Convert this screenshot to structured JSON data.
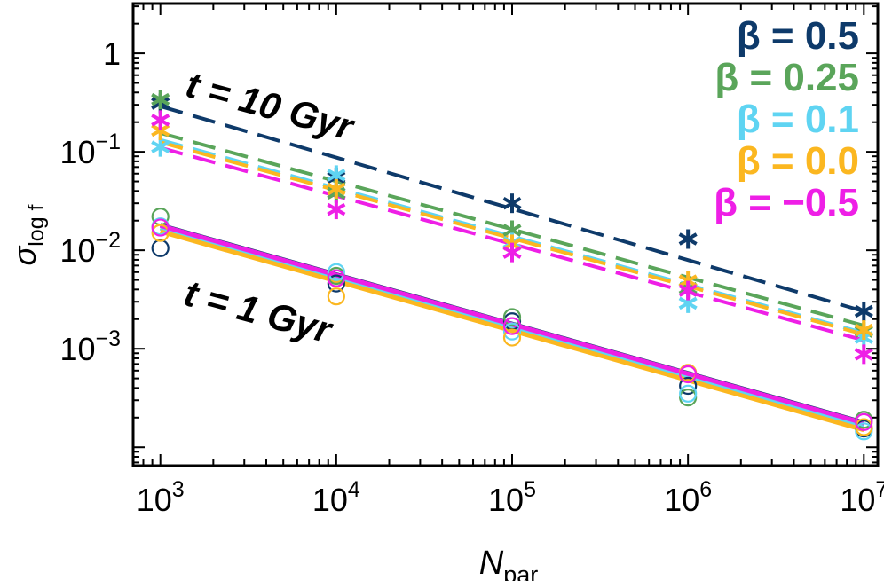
{
  "chart_data": {
    "type": "scatter",
    "xscale": "log",
    "yscale": "log",
    "xlim": [
      700,
      12000000
    ],
    "ylim": [
      6.5e-05,
      3.2
    ],
    "xlabel": {
      "main": "N",
      "sub": "par"
    },
    "ylabel": {
      "main": "σ",
      "sub": "log f"
    },
    "xticks": [
      {
        "value": 1000,
        "base": "10",
        "exp": "3"
      },
      {
        "value": 10000,
        "base": "10",
        "exp": "4"
      },
      {
        "value": 100000,
        "base": "10",
        "exp": "5"
      },
      {
        "value": 1000000,
        "base": "10",
        "exp": "6"
      },
      {
        "value": 10000000,
        "base": "10",
        "exp": "7"
      }
    ],
    "yticks": [
      {
        "value": 1,
        "base": "1",
        "exp": ""
      },
      {
        "value": 0.1,
        "base": "10",
        "exp": "−1"
      },
      {
        "value": 0.01,
        "base": "10",
        "exp": "−2"
      },
      {
        "value": 0.001,
        "base": "10",
        "exp": "−3"
      }
    ],
    "annotations": [
      {
        "text": "t = 10 Gyr"
      },
      {
        "text": "t = 1 Gyr"
      }
    ],
    "legend": {
      "placement": "top-right"
    },
    "x": [
      1000,
      10000,
      100000,
      1000000,
      10000000
    ],
    "series": [
      {
        "name": "β = 0.5",
        "color": "#0e3a6a",
        "t10_points": [
          0.31,
          0.055,
          0.03,
          0.013,
          0.0024
        ],
        "t10_fit": [
          0.29,
          0.0024
        ],
        "t1_points": [
          0.0105,
          0.0046,
          0.0019,
          0.00042,
          0.000155
        ],
        "t1_fit": [
          0.018,
          0.000178
        ]
      },
      {
        "name": "β = 0.25",
        "color": "#5aa55a",
        "t10_points": [
          0.34,
          0.038,
          0.016,
          0.0041,
          0.0015
        ],
        "t10_fit": [
          0.155,
          0.00172
        ],
        "t1_points": [
          0.022,
          0.0055,
          0.0021,
          0.00032,
          0.00019
        ],
        "t1_fit": [
          0.0168,
          0.000168
        ]
      },
      {
        "name": "β = 0.1",
        "color": "#5fd4f2",
        "t10_points": [
          0.112,
          0.058,
          0.012,
          0.0029,
          0.0013
        ],
        "t10_fit": [
          0.132,
          0.00145
        ],
        "t1_points": [
          0.0175,
          0.006,
          0.0015,
          0.00035,
          0.000145
        ],
        "t1_fit": [
          0.0168,
          0.00016
        ]
      },
      {
        "name": "β = 0.0",
        "color": "#fbb720",
        "t10_points": [
          0.165,
          0.042,
          0.0115,
          0.0049,
          0.00155
        ],
        "t10_fit": [
          0.125,
          0.0014
        ],
        "t1_points": [
          0.015,
          0.0034,
          0.0013,
          0.00057,
          0.00016
        ],
        "t1_fit": [
          0.0155,
          0.00015
        ]
      },
      {
        "name": "β = −0.5",
        "color": "#ee1fe6",
        "t10_points": [
          0.21,
          0.026,
          0.0095,
          0.0039,
          0.00088
        ],
        "t10_fit": [
          0.11,
          0.00122
        ],
        "t1_points": [
          0.017,
          0.0052,
          0.0017,
          0.00055,
          0.00018
        ],
        "t1_fit": [
          0.0178,
          0.000176
        ]
      }
    ]
  }
}
